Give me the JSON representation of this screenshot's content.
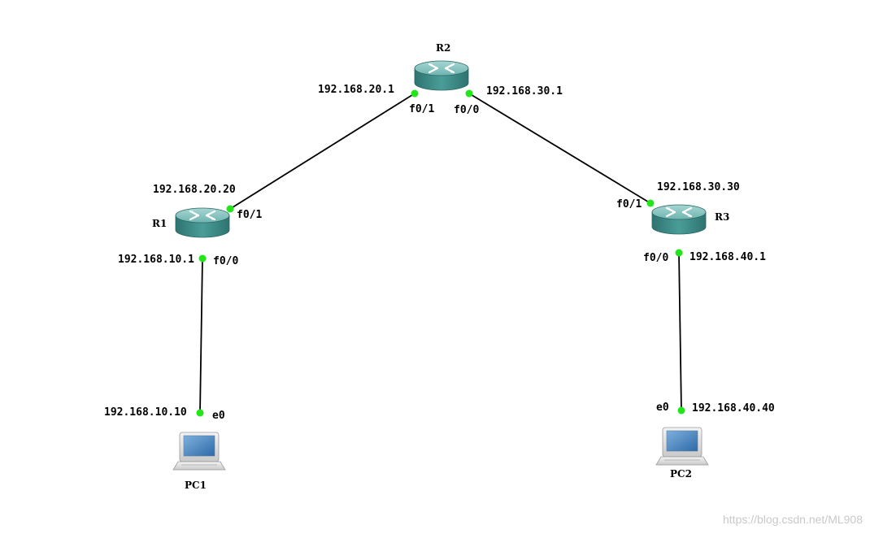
{
  "colors": {
    "router_body": "#3f8f8c",
    "router_top": "#8fc9c6",
    "port": "#22e61a",
    "link": "#000000"
  },
  "devices": {
    "r1": {
      "name": "R1",
      "icon": "router-icon"
    },
    "r2": {
      "name": "R2",
      "icon": "router-icon"
    },
    "r3": {
      "name": "R3",
      "icon": "router-icon"
    },
    "pc1": {
      "name": "PC1",
      "icon": "computer-icon"
    },
    "pc2": {
      "name": "PC2",
      "icon": "computer-icon"
    }
  },
  "links": {
    "r1_r2": {
      "a_port": "f0/1",
      "a_ip": "192.168.20.20",
      "b_port": "f0/1",
      "b_ip": "192.168.20.1"
    },
    "r2_r3": {
      "a_port": "f0/0",
      "a_ip": "192.168.30.1",
      "b_port": "f0/1",
      "b_ip": "192.168.30.30"
    },
    "r1_pc1": {
      "a_port": "f0/0",
      "a_ip": "192.168.10.1",
      "b_port": "e0",
      "b_ip": "192.168.10.10"
    },
    "r3_pc2": {
      "a_port": "f0/0",
      "a_ip": "192.168.40.1",
      "b_port": "e0",
      "b_ip": "192.168.40.40"
    }
  },
  "watermark": "https://blog.csdn.net/ML908"
}
